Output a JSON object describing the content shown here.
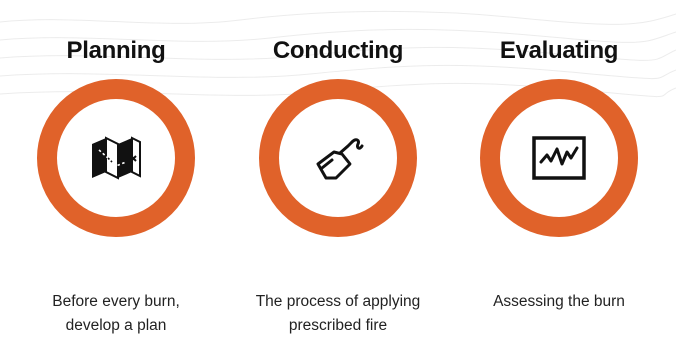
{
  "accent_color": "#e0622a",
  "steps": [
    {
      "title": "Planning",
      "icon": "map-icon",
      "lines": [
        "Before every burn,",
        "develop a plan"
      ]
    },
    {
      "title": "Conducting",
      "icon": "drip-torch-icon",
      "lines": [
        "The process of applying",
        "prescribed fire"
      ]
    },
    {
      "title": "Evaluating",
      "icon": "monitor-graph-icon",
      "lines": [
        "Assessing the burn"
      ]
    }
  ]
}
